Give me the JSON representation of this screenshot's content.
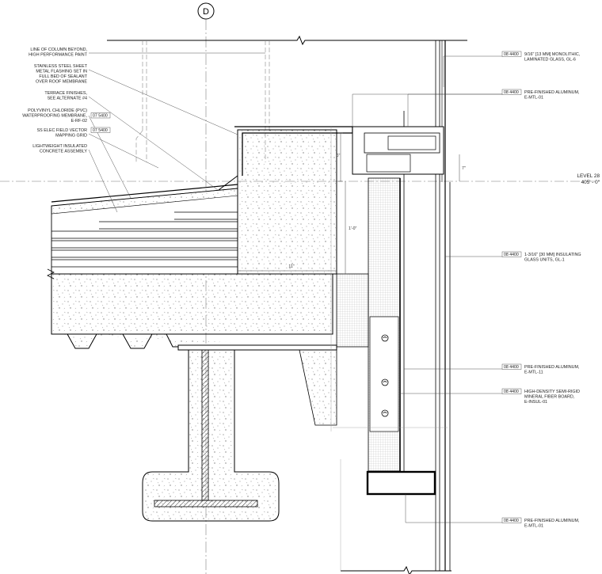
{
  "grid_bubble": "D",
  "level": {
    "name": "LEVEL 28",
    "elevation": "405' - 0\""
  },
  "dimensions": {
    "flash_height": "6\"",
    "wall_height": "1'-0\"",
    "wall_width": "11\"",
    "mullion_offset": "7\""
  },
  "left_notes": [
    {
      "lines": [
        "LINE OF COLUMN BEYOND,",
        "HIGH PERFORMANCE PAINT"
      ]
    },
    {
      "lines": [
        "STAINLESS STEEL SHEET",
        "METAL FLASHING SET IN",
        "FULL BED OF SEALANT",
        "OVER ROOF MEMBRANE"
      ]
    },
    {
      "lines": [
        "TERRACE FINISHES,",
        "SEE ALTERNATE #4"
      ]
    },
    {
      "lines": [
        "POLYVINYL CHLORIDE (PVC)",
        "WATERPROOFING MEMBRANE,",
        "E-RF-02"
      ],
      "ref": "07 5400",
      "ref_line": 1
    },
    {
      "lines": [
        "SS ELEC FIELD VECTOR",
        "MAPPING GRID"
      ],
      "ref": "07 5400",
      "ref_line": 0
    },
    {
      "lines": [
        "LIGHTWEIGHT INSULATED",
        "CONCRETE ASSEMBLY"
      ]
    }
  ],
  "right_notes": [
    {
      "ref": "08 4400",
      "lines": [
        "9/16\" [13 MM] MONOLITHIC,",
        "LAMINATED GLASS, GL-6"
      ]
    },
    {
      "ref": "08 4400",
      "lines": [
        "PRE-FINISHED ALUMINUM,",
        "E-MTL-01"
      ]
    },
    {
      "ref": "08 4400",
      "lines": [
        "1-3/16\" [30 MM] INSULATING",
        "GLASS UNITS, GL-1"
      ]
    },
    {
      "ref": "08 4400",
      "lines": [
        "PRE-FINISHED ALUMINUM,",
        "E-MTL-11"
      ]
    },
    {
      "ref": "08 4400",
      "lines": [
        "HIGH-DENSITY SEMI-RIGID",
        "MINERAL FIBER BOARD,",
        "E-INSUL-01"
      ]
    },
    {
      "ref": "08 4400",
      "lines": [
        "PRE-FINISHED ALUMINUM,",
        "E-MTL-01"
      ]
    }
  ]
}
